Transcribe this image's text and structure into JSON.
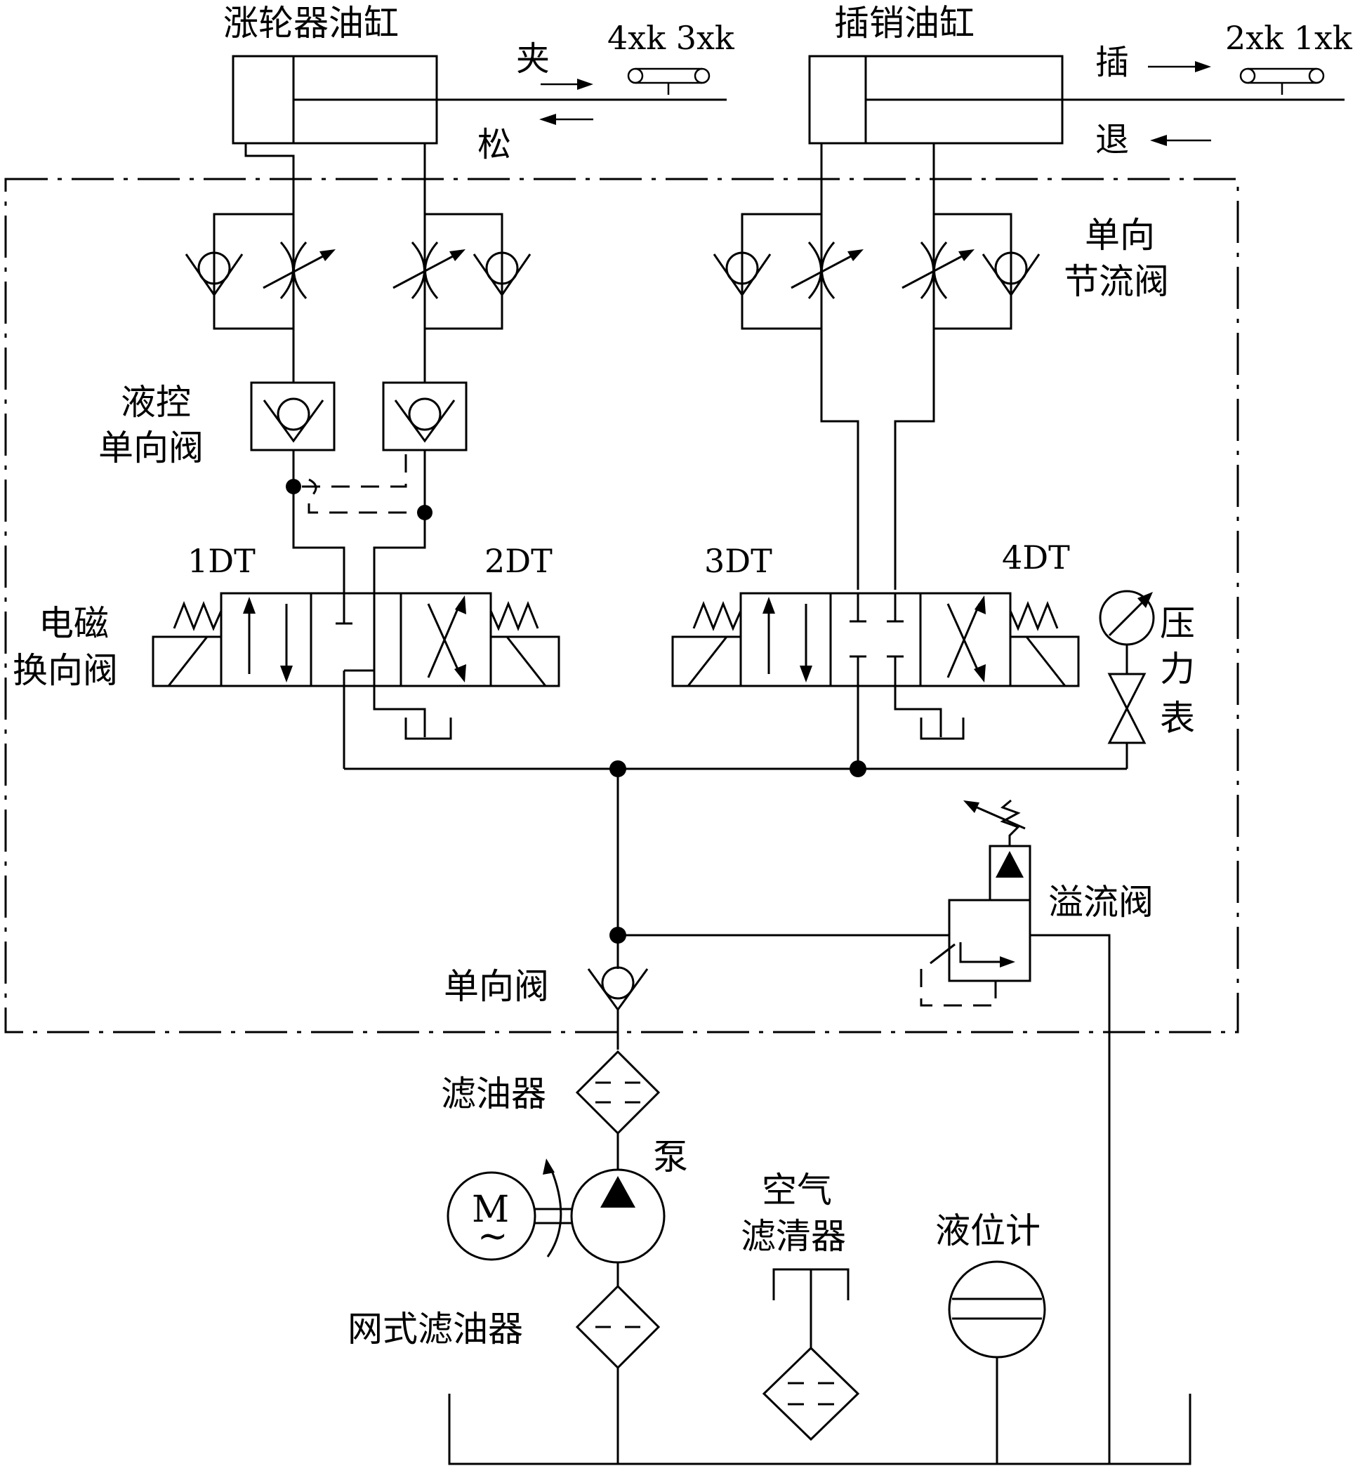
{
  "labels": {
    "cylinder_left": "涨轮器油缸",
    "cylinder_right": "插销油缸",
    "clamp": "夹",
    "release": "松",
    "insert": "插",
    "retract": "退",
    "limit_left": "4xk 3xk",
    "limit_right": "2xk 1xk",
    "throttle_check_l1": "单向",
    "throttle_check_l2": "节流阀",
    "pilot_check_l1": "液控",
    "pilot_check_l2": "单向阀",
    "sol_1dt": "1DT",
    "sol_2dt": "2DT",
    "sol_3dt": "3DT",
    "sol_4dt": "4DT",
    "solenoid_valve_l1": "电磁",
    "solenoid_valve_l2": "换向阀",
    "gauge_l1": "压",
    "gauge_l2": "力",
    "gauge_l3": "表",
    "relief_valve": "溢流阀",
    "check_valve": "单向阀",
    "filter": "滤油器",
    "pump": "泵",
    "motor": "M",
    "motor_tilde": "~",
    "air_filter_l1": "空气",
    "air_filter_l2": "滤清器",
    "level_gauge": "液位计",
    "strainer": "网式滤油器"
  },
  "icons": {
    "cylinder": "double-acting-cylinder-icon",
    "check": "check-valve-icon",
    "throttle": "variable-throttle-icon",
    "pilot_check": "pilot-check-valve-icon",
    "directional": "solenoid-directional-valve-icon",
    "gauge": "pressure-gauge-icon",
    "relief": "relief-valve-icon",
    "pump": "pump-icon",
    "motor": "motor-icon",
    "filter": "filter-icon",
    "tank": "tank-icon"
  }
}
